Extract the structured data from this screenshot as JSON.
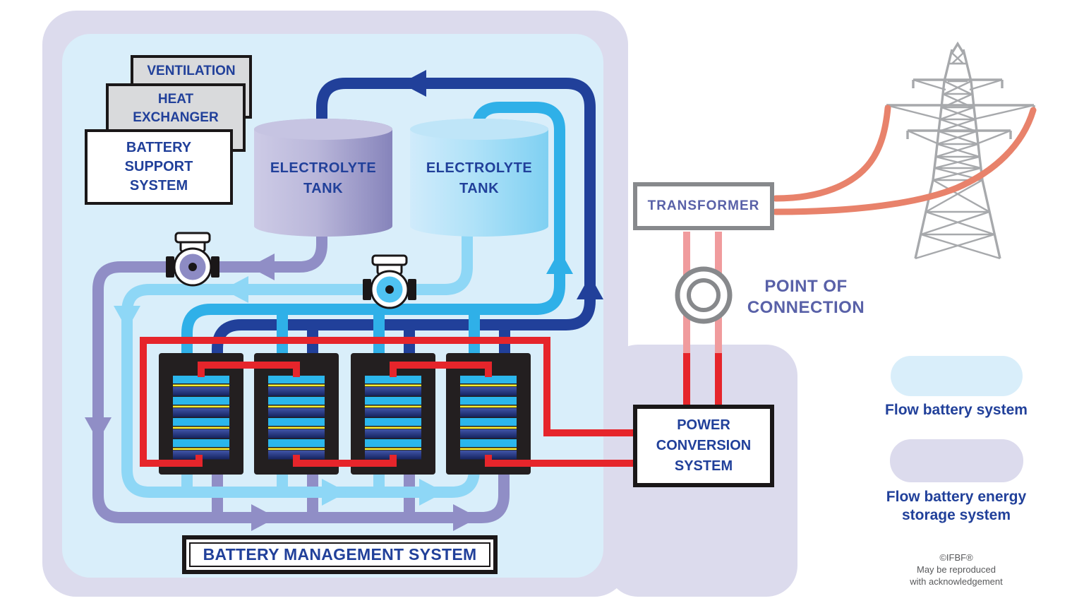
{
  "colors": {
    "lavender": "#dcdbed",
    "light-blue": "#d9eefa",
    "navy-pipe": "#21409a",
    "cyan-pipe": "#2fb0e8",
    "pale-pipe": "#8ed7f6",
    "purple-pipe": "#908ec6",
    "wire-red": "#e6252b",
    "wire-pink": "#f09b9d",
    "wire-salmon": "#e8826b",
    "structure-gray": "#87898c",
    "pylon-gray": "#a7a9ac",
    "navy-text": "#21409a",
    "slate-text": "#5961a8",
    "box-gray": "#d9dadc",
    "stack-black": "#231f20",
    "cell-cyan": "#2bb6ec",
    "cell-yellow": "#f9ed32",
    "credit-gray": "#58595b"
  },
  "support_stack": {
    "ventilation": "VENTILATION",
    "heat_exchanger": "HEAT\nEXCHANGER",
    "battery_support": "BATTERY\nSUPPORT\nSYSTEM"
  },
  "tanks": {
    "left": "ELECTROLYTE\nTANK",
    "right": "ELECTROLYTE\nTANK"
  },
  "battery_management": "BATTERY MANAGEMENT SYSTEM",
  "power_conversion": "POWER\nCONVERSION\nSYSTEM",
  "transformer": "TRANSFORMER",
  "point_of_connection": "POINT OF\nCONNECTION",
  "legend": {
    "flow_battery": "Flow battery system",
    "storage": "Flow battery energy\nstorage system"
  },
  "credit": {
    "line1": "©IFBF®",
    "line2": "May be reproduced",
    "line3": "with acknowledgement"
  },
  "icons": {
    "pump": "pump-valve-circle",
    "point_of_connection": "double-circle",
    "grid": "transmission-tower",
    "battery_stack": "striped-cell-stack",
    "tank": "cylinder"
  }
}
